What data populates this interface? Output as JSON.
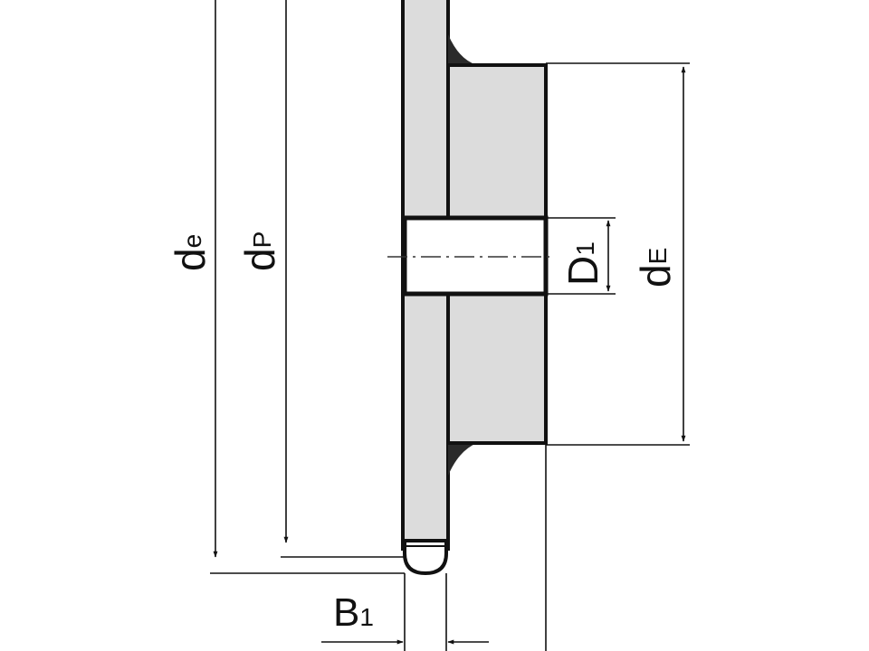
{
  "diagram": {
    "labels": {
      "de": {
        "main": "d",
        "sub": "e"
      },
      "dp": {
        "main": "d",
        "sub": "P"
      },
      "d1": {
        "main": "D",
        "sub": "1"
      },
      "dE": {
        "main": "d",
        "sub": "E"
      },
      "b1": {
        "main": "B",
        "sub": "1"
      }
    },
    "colors": {
      "stroke": "#111111",
      "fill": "#dcdcdc",
      "background": "#ffffff"
    }
  }
}
